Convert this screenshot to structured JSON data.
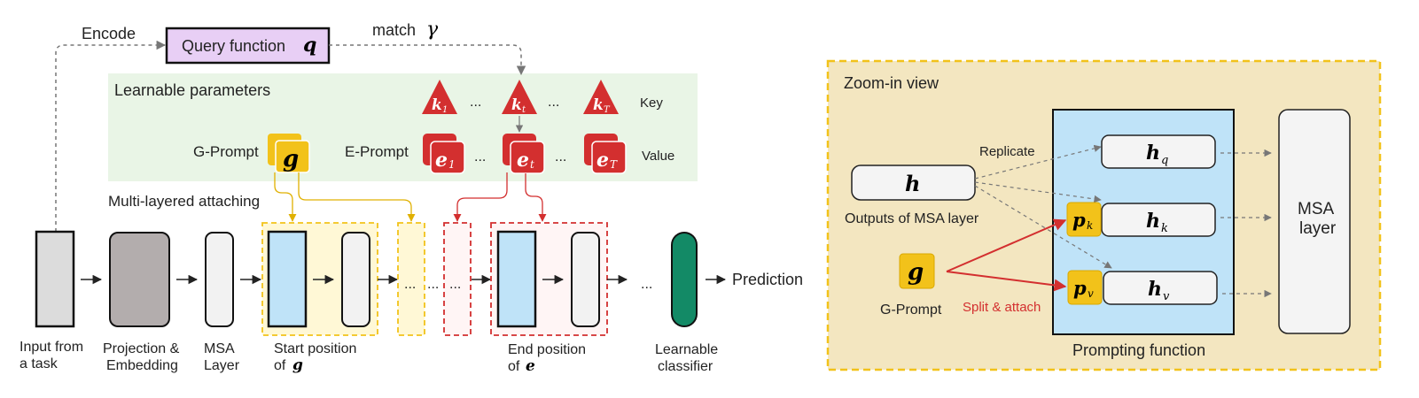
{
  "left": {
    "encode": "Encode",
    "query": {
      "label": "Query function",
      "symbol": "q"
    },
    "match": {
      "label": "match",
      "symbol": "γ"
    },
    "learnable_params": "Learnable parameters",
    "g_prompt": {
      "label": "G-Prompt",
      "symbol": "g"
    },
    "e_prompt": "E-Prompt",
    "dots": "...",
    "keys": {
      "k1": "k",
      "k1_sub": "1",
      "kt": "k",
      "kt_sub": "t",
      "kT": "k",
      "kT_sub": "T"
    },
    "values": {
      "e1": "e",
      "e1_sub": "1",
      "et": "e",
      "et_sub": "t",
      "eT": "e",
      "eT_sub": "T"
    },
    "key_label": "Key",
    "value_label": "Value",
    "multi_layered": "Multi-layered attaching",
    "prediction": "Prediction",
    "captions": {
      "input_1": "Input from",
      "input_2": "a task",
      "proj_1": "Projection &",
      "proj_2": "Embedding",
      "msa_1": "MSA",
      "msa_2": "Layer",
      "start_1": "Start position",
      "start_2": "of",
      "start_sym": "g",
      "end_1": "End position",
      "end_2": "of",
      "end_sym": "e",
      "cls_1": "Learnable",
      "cls_2": "classifier"
    }
  },
  "right": {
    "zoom_title": "Zoom-in view",
    "h": "h",
    "outputs_label": "Outputs of MSA layer",
    "replicate": "Replicate",
    "hq": "h",
    "hq_sub": "q",
    "hk": "h",
    "hk_sub": "k",
    "hv": "h",
    "hv_sub": "v",
    "pk": "p",
    "pk_sub": "k",
    "pv": "p",
    "pv_sub": "v",
    "g": "g",
    "g_prompt": "G-Prompt",
    "split_attach": "Split & attach",
    "prompting_function": "Prompting function",
    "msa_layer_1": "MSA",
    "msa_layer_2": "layer"
  },
  "colors": {
    "query_fill": "#e8cff5",
    "params_bg": "#e9f5e6",
    "red": "#d32f2f",
    "yellow": "#f2c21a",
    "blue": "#bfe3f8",
    "green": "#138a66",
    "zoom_bg": "#f3e6c0"
  }
}
